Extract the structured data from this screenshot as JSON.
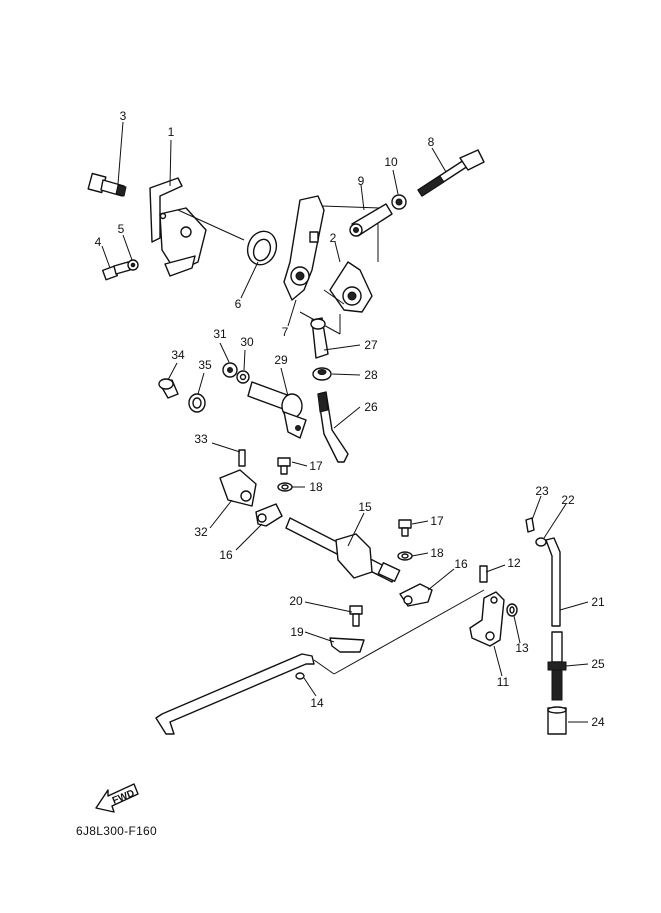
{
  "diagram": {
    "caption": "6J8L300-F160",
    "fwd_label": "FWD",
    "callouts": [
      "1",
      "2",
      "3",
      "4",
      "5",
      "6",
      "7",
      "8",
      "9",
      "10",
      "11",
      "12",
      "13",
      "14",
      "15",
      "16",
      "16",
      "17",
      "17",
      "18",
      "18",
      "19",
      "20",
      "21",
      "22",
      "23",
      "24",
      "25",
      "26",
      "27",
      "28",
      "29",
      "30",
      "31",
      "32",
      "33",
      "34",
      "35"
    ]
  }
}
